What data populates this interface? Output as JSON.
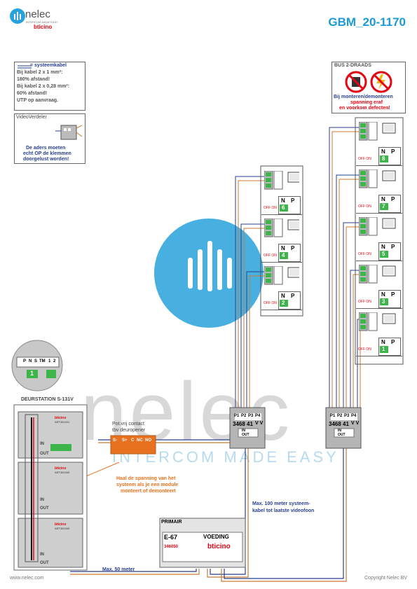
{
  "header": {
    "brand_name": "nelec",
    "brand_tagline": "INTERCOM MADE EASY",
    "partner_logo": "bticino",
    "doc_code": "GBM_20-1170"
  },
  "legend": {
    "line1": "= systeemkabel",
    "line2": "Bij kabel 2 x 1 mm²:",
    "line3": "180% afstand!",
    "line4": "Bij kabel 2 x 0,28 mm²:",
    "line5": "60% afstand!",
    "line6": "UTP op aanvraag."
  },
  "videoverdeler": {
    "title": "VideoVerdeler",
    "note1": "De aders moeten",
    "note2": "echt OP de klemmen",
    "note3": "doorgelust worden!"
  },
  "bus": {
    "title": "BUS 2-DRAADS",
    "warn1": "Bij monteren/demonteren",
    "warn2": "spanning eraf",
    "warn3": "en voorkom defecten!"
  },
  "monitors": {
    "left_ids": [
      "6",
      "4",
      "2"
    ],
    "right_ids": [
      "8",
      "7",
      "5",
      "3",
      "1"
    ],
    "off_on": "OFF ON",
    "n": "N",
    "p": "P"
  },
  "distributor": {
    "ports": [
      "P1",
      "P2",
      "P3",
      "P4"
    ],
    "model": "3468 41",
    "vv": "V V",
    "in": "IN",
    "out": "OUT"
  },
  "terminal_strip": {
    "labels": [
      "P",
      "N",
      "S",
      "TM",
      "1",
      "2"
    ],
    "num": "1"
  },
  "doorstation": {
    "title": "DEURSTATION S-131V",
    "in": "IN",
    "out": "OUT",
    "mod1": "ART351001",
    "mod2": "ART352000",
    "mod3": "ART352000"
  },
  "contact": {
    "title1": "Pot.vrij contact",
    "title2": "tbv deuropener",
    "terms": [
      "S-",
      "S+",
      "C",
      "NC",
      "NO"
    ]
  },
  "notes": {
    "power_note1": "Haal de spanning van het",
    "power_note2": "systeem als je een module",
    "power_note3": "monteert of demonteert",
    "max100_1": "Max. 100 meter systeem-",
    "max100_2": "kabel tot laatste videofoon",
    "max50": "Max. 50 meter"
  },
  "psu": {
    "primair": "PRIMAIR",
    "model": "E-67",
    "name": "VOEDING",
    "part": "346050",
    "logo": "bticino"
  },
  "watermark": {
    "text": "nelec",
    "tagline": "INTERCOM MADE EASY"
  },
  "footer": {
    "left": "www.nelec.com",
    "right": "Copyright Nelec BV"
  },
  "colors": {
    "accent_blue": "#1d9ad6",
    "navy": "#2a3f8f",
    "orange": "#e8711f",
    "bticino_red": "#e30613",
    "green_label": "#3db54a",
    "watermark_blue": "#27a2dc"
  }
}
